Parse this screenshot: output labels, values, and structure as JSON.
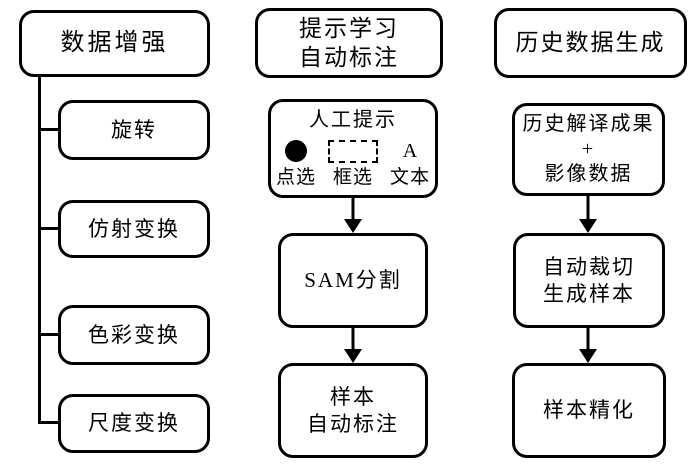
{
  "colors": {
    "stroke": "#000000",
    "background": "#ffffff"
  },
  "columns": {
    "augmentation": {
      "header": "数据增强",
      "items": [
        {
          "label": "旋转"
        },
        {
          "label": "仿射变换"
        },
        {
          "label": "色彩变换"
        },
        {
          "label": "尺度变换"
        }
      ]
    },
    "prompt_learning": {
      "header": "提示学习\n自动标注",
      "prompt_box": {
        "title": "人工提示",
        "items": [
          {
            "icon": "point-dot-icon",
            "label": "点选"
          },
          {
            "icon": "dashed-box-icon",
            "label": "框选"
          },
          {
            "icon": "text-letter-icon",
            "glyph": "A",
            "label": "文本"
          }
        ]
      },
      "steps": [
        {
          "label": "SAM分割"
        },
        {
          "label": "样本\n自动标注"
        }
      ]
    },
    "history_generation": {
      "header": "历史数据生成",
      "steps": [
        {
          "label": "历史解译成果\n+\n影像数据"
        },
        {
          "label": "自动裁切\n生成样本"
        },
        {
          "label": "样本精化"
        }
      ]
    }
  }
}
